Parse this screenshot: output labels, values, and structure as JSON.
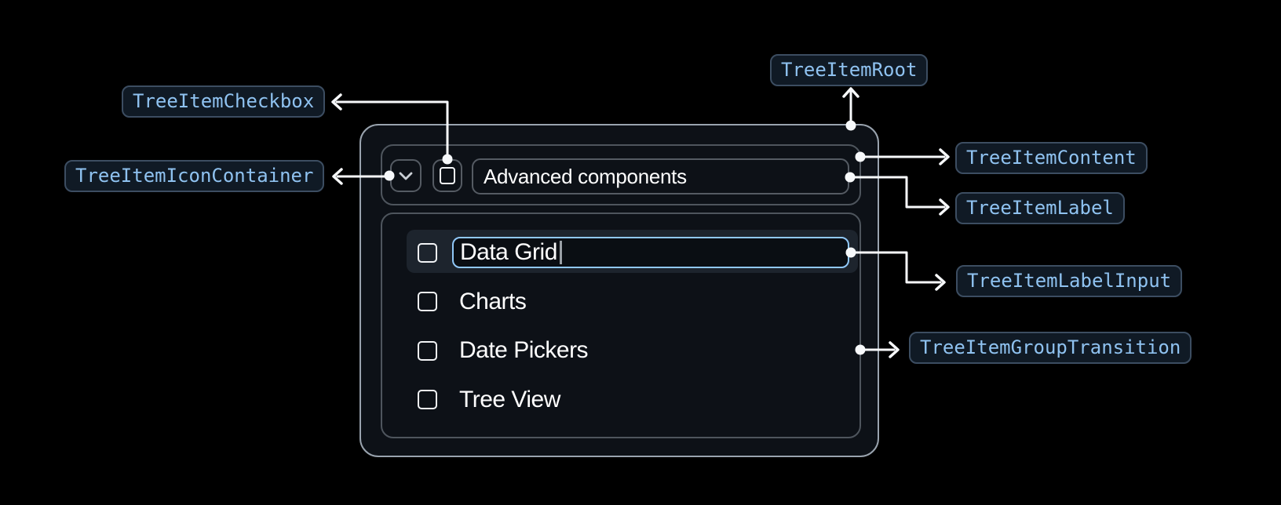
{
  "badges": {
    "root": "TreeItemRoot",
    "checkbox": "TreeItemCheckbox",
    "icon_container": "TreeItemIconContainer",
    "content": "TreeItemContent",
    "label": "TreeItemLabel",
    "label_input": "TreeItemLabelInput",
    "group_transition": "TreeItemGroupTransition"
  },
  "tree": {
    "parent": {
      "label": "Advanced components",
      "expanded": true,
      "checkbox_checked": false,
      "icon": "chevron-down-icon"
    },
    "editing_item": {
      "value": "Data Grid",
      "checkbox_checked": false,
      "state": "editing"
    },
    "items": [
      {
        "label": "Charts",
        "checkbox_checked": false
      },
      {
        "label": "Date Pickers",
        "checkbox_checked": false
      },
      {
        "label": "Tree View",
        "checkbox_checked": false
      }
    ]
  },
  "colors": {
    "page_background": "#000000",
    "panel_background": "#0d1117",
    "panel_border": "#99a3ae",
    "inner_border": "#4e555d",
    "badge_border": "#3c4d61",
    "badge_background": "#101a25",
    "badge_text": "#8fc2f0",
    "input_focus_border": "#90c7f7",
    "row_highlight": "#1d242d",
    "arrow": "#f7f9fb",
    "text": "#ffffff"
  }
}
